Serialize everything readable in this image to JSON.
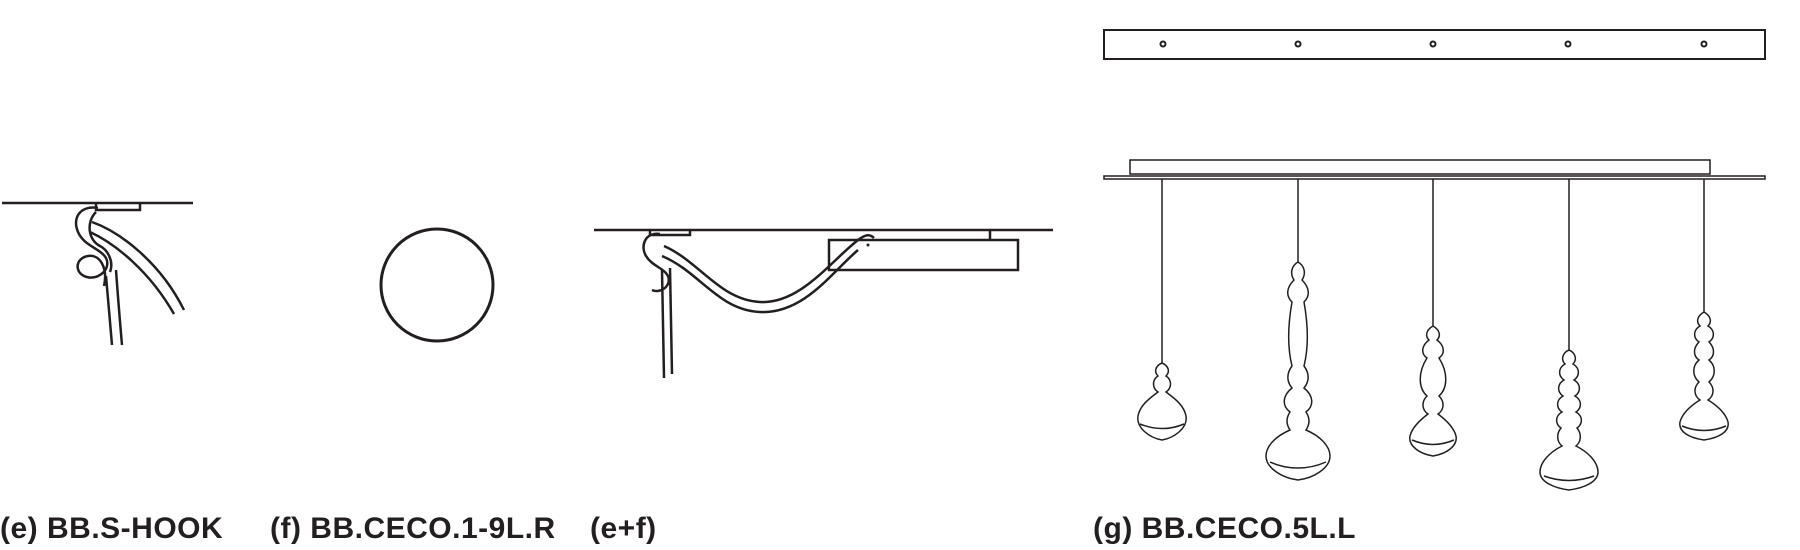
{
  "captions": {
    "e": "(e) BB.S-HOOK",
    "f": "(f) BB.CECO.1-9L.R",
    "ef": "(e+f)",
    "g": "(g) BB.CECO.5L.L"
  },
  "colors": {
    "line": "#231f20",
    "background": "#ffffff"
  },
  "pendant_count": 5,
  "pendant_styles": [
    "small-bulb",
    "tall-baluster",
    "medium-baluster",
    "beaded",
    "stacked-baluster"
  ]
}
